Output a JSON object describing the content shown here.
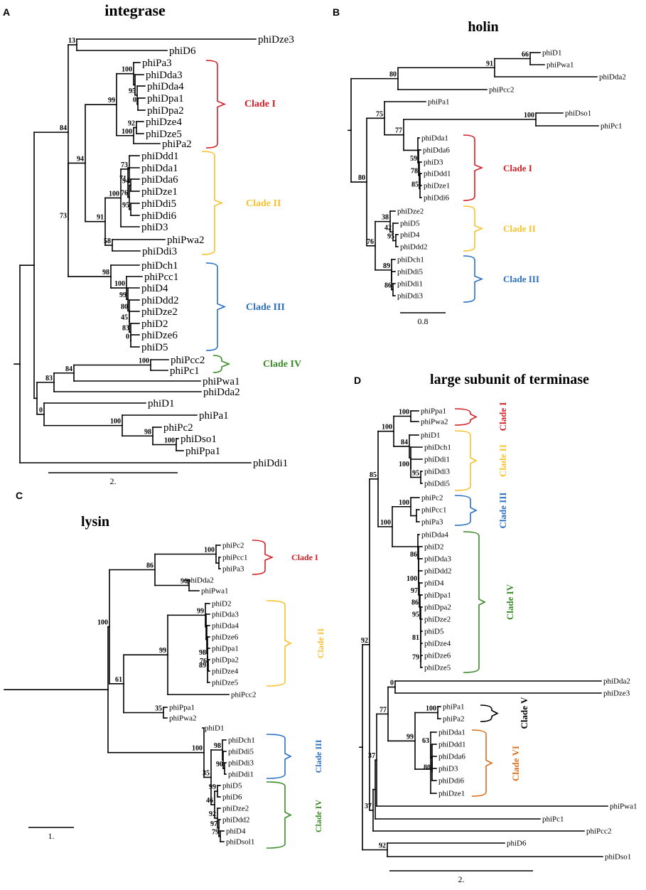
{
  "figure": {
    "panels": [
      {
        "id": "A",
        "letter": "A",
        "title": "integrase",
        "scale_label": "2.",
        "leaves": [
          "phiDze3",
          "phiD6",
          "phiPa3",
          "phiDda3",
          "phiDda4",
          "phiDpa1",
          "phiDpa2",
          "phiDze4",
          "phiDze5",
          "phiPa2",
          "phiDdd1",
          "phiDda1",
          "phiDda6",
          "phiDze1",
          "phiDdi5",
          "phiDdi6",
          "phiD3",
          "phiPwa2",
          "phiDdi3",
          "phiDch1",
          "phiPcc1",
          "phiD4",
          "phiDdd2",
          "phiDze2",
          "phiD2",
          "phiDze6",
          "phiD5",
          "phiPcc2",
          "phiPc1",
          "phiPwa1",
          "phiDda2",
          "phiD1",
          "phiPa1",
          "phiPc2",
          "phiDso1",
          "phiPpa1",
          "phiDdi1"
        ],
        "support_values": [
          "13",
          "84",
          "100",
          "95",
          "0",
          "99",
          "92",
          "100",
          "73",
          "100",
          "71",
          "94",
          "76",
          "92",
          "95",
          "91",
          "58",
          "94",
          "98",
          "100",
          "99",
          "80",
          "45",
          "83",
          "0",
          "73",
          "100",
          "84",
          "83",
          "0",
          "100",
          "98",
          "100"
        ],
        "clades": [
          {
            "label": "Clade I",
            "color": "#d21f26"
          },
          {
            "label": "Clade II",
            "color": "#f7c22b"
          },
          {
            "label": "Clade III",
            "color": "#2a6fc0"
          },
          {
            "label": "Clade IV",
            "color": "#3a8a28"
          }
        ]
      },
      {
        "id": "B",
        "letter": "B",
        "title": "holin",
        "scale_label": "0.8",
        "leaves": [
          "phiD1",
          "phiPwa1",
          "phiDda2",
          "phiPcc2",
          "phiPa1",
          "phiDso1",
          "phiPc1",
          "phiDda1",
          "phiDda6",
          "phiD3",
          "phiDdd1",
          "phiDze1",
          "phiDdi6",
          "phiDze2",
          "phiD5",
          "phiD4",
          "phiDdd2",
          "phiDch1",
          "phiDdi5",
          "phiDdi1",
          "phiDdi3"
        ],
        "support_values": [
          "66",
          "91",
          "80",
          "75",
          "100",
          "77",
          "59",
          "78",
          "85",
          "80",
          "38",
          "42",
          "95",
          "76",
          "89",
          "86"
        ],
        "clades": [
          {
            "label": "Clade I",
            "color": "#d21f26"
          },
          {
            "label": "Clade II",
            "color": "#f7c22b"
          },
          {
            "label": "Clade III",
            "color": "#2a6fc0"
          }
        ]
      },
      {
        "id": "C",
        "letter": "C",
        "title": "lysin",
        "scale_label": "1.",
        "leaves": [
          "phiPc2",
          "phiPcc1",
          "phiPa3",
          "phiDda2",
          "phiPwa1",
          "phiD2",
          "phiDda3",
          "phiDda4",
          "phiDze6",
          "phiDpa1",
          "phiDpa2",
          "phiDze4",
          "phiDze5",
          "phiPcc2",
          "phiPpa1",
          "phiPwa2",
          "phiD1",
          "phiDch1",
          "phiDdi5",
          "phiDdi3",
          "phiDdi1",
          "phiD5",
          "phiD6",
          "phiDze2",
          "phiDdd2",
          "phiD4",
          "phiDsol1"
        ],
        "support_values": [
          "100",
          "86",
          "96",
          "100",
          "99",
          "89",
          "98",
          "76",
          "99",
          "61",
          "99",
          "100",
          "98",
          "90",
          "35",
          "99",
          "46",
          "92",
          "97",
          "79"
        ],
        "clades": [
          {
            "label": "Clade I",
            "color": "#d21f26"
          },
          {
            "label": "Clade II",
            "color": "#f7c22b"
          },
          {
            "label": "Clade III",
            "color": "#2a6fc0"
          },
          {
            "label": "Clade IV",
            "color": "#3a8a28"
          }
        ]
      },
      {
        "id": "D",
        "letter": "D",
        "title": "large subunit of terminase",
        "scale_label": "2.",
        "leaves": [
          "phiPpa1",
          "phiPwa2",
          "phiD1",
          "phiDch1",
          "phiDdi1",
          "phiDdi3",
          "phiDdi5",
          "phiPc2",
          "phiPcc1",
          "phiPa3",
          "phiDda4",
          "phiD2",
          "phiDda3",
          "phiDdd2",
          "phiD4",
          "phiDpa1",
          "phiDpa2",
          "phiDze2",
          "phiD5",
          "phiDze4",
          "phiDze6",
          "phiDze5",
          "phiDda2",
          "phiDze3",
          "phiPa1",
          "phiPa2",
          "phiDda1",
          "phiDdd1",
          "phiDda6",
          "phiD3",
          "phiDdi6",
          "phiDze1",
          "phiPwa1",
          "phiPc1",
          "phiPcc2",
          "phiD6",
          "phiDso1"
        ],
        "support_values": [
          "100",
          "100",
          "84",
          "100",
          "95",
          "100",
          "100",
          "86",
          "100",
          "97",
          "86",
          "95",
          "81",
          "79",
          "85",
          "0",
          "77",
          "100",
          "99",
          "63",
          "80",
          "100",
          "92",
          "37",
          "37",
          "92"
        ],
        "clades": [
          {
            "label": "Clade I",
            "color": "#d21f26"
          },
          {
            "label": "Clade II",
            "color": "#f7c22b"
          },
          {
            "label": "Clade III",
            "color": "#2a6fc0"
          },
          {
            "label": "Clade IV",
            "color": "#3a8a28"
          },
          {
            "label": "Clade V",
            "color": "#000000"
          },
          {
            "label": "Clade VI",
            "color": "#d9701e"
          }
        ]
      }
    ]
  }
}
